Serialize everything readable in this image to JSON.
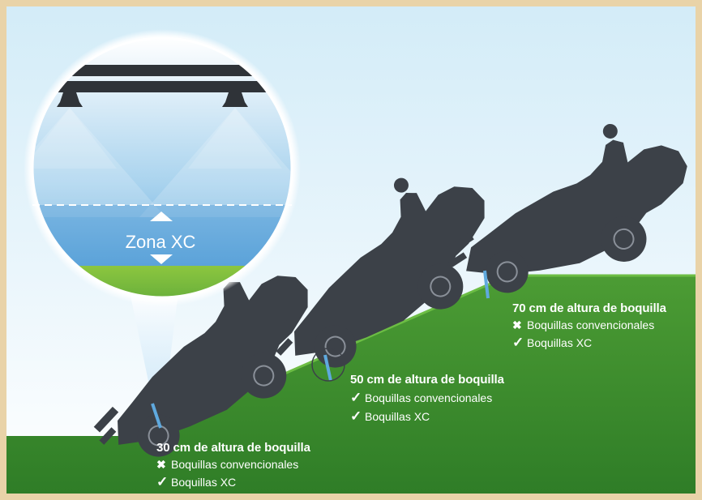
{
  "inset": {
    "zone_label": "Zona XC"
  },
  "heights": [
    {
      "title": "30 cm de altura de boquilla",
      "rows": [
        {
          "status": "no",
          "mark_icon": "x-mark-icon",
          "label": "Boquillas convencionales"
        },
        {
          "status": "yes",
          "mark_icon": "check-icon",
          "label": "Boquillas XC"
        }
      ]
    },
    {
      "title": "50 cm de altura de boquilla",
      "rows": [
        {
          "status": "yes",
          "mark_icon": "check-icon",
          "label": "Boquillas convencionales"
        },
        {
          "status": "yes",
          "mark_icon": "check-icon",
          "label": "Boquillas XC"
        }
      ]
    },
    {
      "title": "70 cm de altura de boquilla",
      "rows": [
        {
          "status": "no",
          "mark_icon": "x-mark-icon",
          "label": "Boquillas convencionales"
        },
        {
          "status": "yes",
          "mark_icon": "check-icon",
          "label": "Boquillas XC"
        }
      ]
    }
  ],
  "symbols": {
    "yes": "✓",
    "no": "✖"
  },
  "colors": {
    "grass": "#3f8e2f",
    "grass_light": "#63b43c",
    "tractor": "#3c4148",
    "spray": "#5fa9de",
    "frame": "#e9d3a8"
  }
}
